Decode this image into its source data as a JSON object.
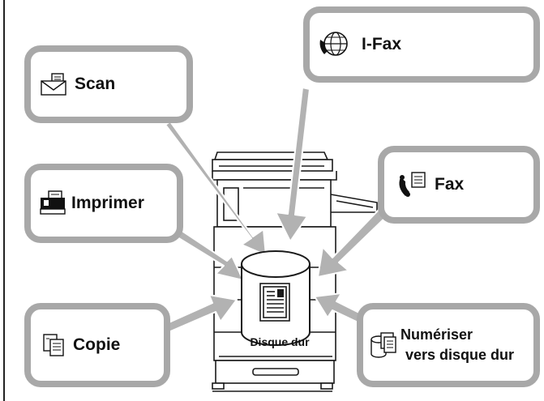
{
  "hub": {
    "label": "Disque dur"
  },
  "functions": {
    "scan": "Scan",
    "ifax": "I-Fax",
    "fax": "Fax",
    "print": "Imprimer",
    "copy": "Copie",
    "scan_to_hdd_line1": "Numériser",
    "scan_to_hdd_line2": "vers disque dur"
  },
  "icons": {
    "scan": "envelope-scan-icon",
    "ifax": "internet-fax-icon",
    "fax": "telephone-fax-icon",
    "print": "printer-icon",
    "copy": "copy-pages-icon",
    "scan_to_hdd": "scan-to-disk-icon",
    "hub": "document-icon"
  },
  "colors": {
    "box_border": "#a8a8a8",
    "arrow": "#b2b2b2",
    "line": "#1a1a1a"
  }
}
